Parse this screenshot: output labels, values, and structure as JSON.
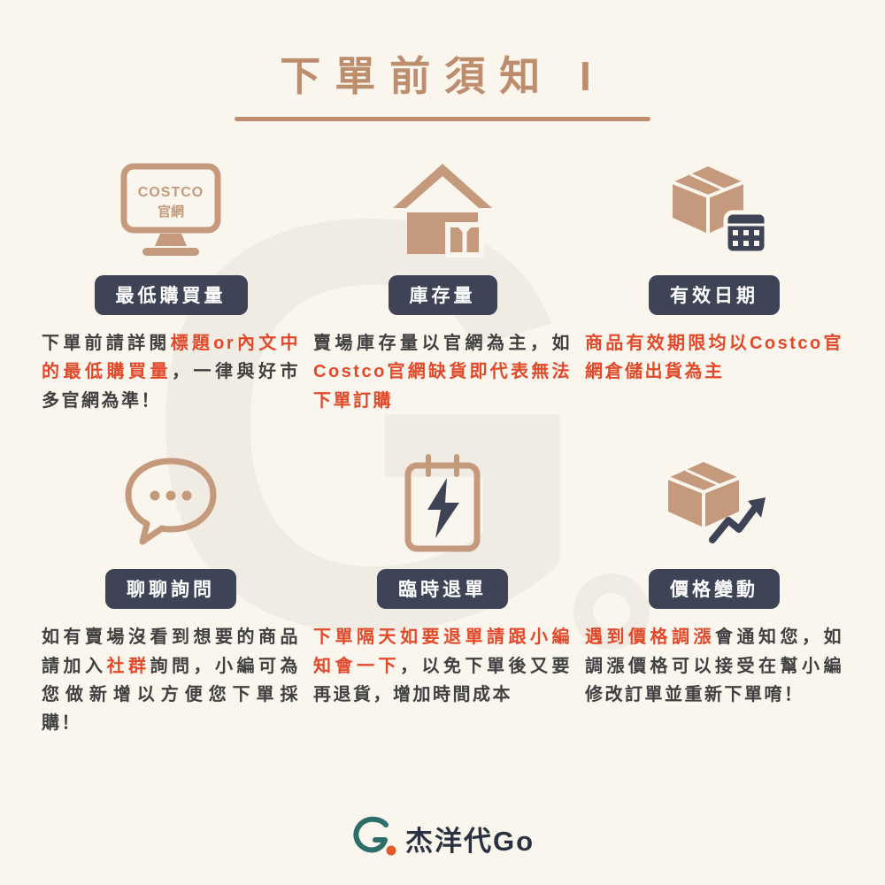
{
  "colors": {
    "background": "#faf6ee",
    "tan": "#c59a7c",
    "navy": "#3e4456",
    "red": "#e2492a",
    "text": "#404040",
    "logo_teal": "#2e6e6a",
    "logo_orange": "#e25a2c"
  },
  "header": {
    "title": "下單前須知 I"
  },
  "watermark": "G",
  "sections": [
    {
      "label": "最低購買量",
      "icon": "costco-monitor-icon",
      "icon_text_line1": "COSTCO",
      "icon_text_line2": "官網",
      "text": [
        {
          "text": "下單前請詳閱",
          "em": false
        },
        {
          "text": "標題or內文中的最低購買量",
          "em": true
        },
        {
          "text": "，一律與好市多官網為準！",
          "em": false
        }
      ]
    },
    {
      "label": "庫存量",
      "icon": "house-box-icon",
      "text": [
        {
          "text": "賣場庫存量以官網為主，如",
          "em": false
        },
        {
          "text": "Costco官網缺貨即代表無法下單訂購",
          "em": true
        }
      ]
    },
    {
      "label": "有效日期",
      "icon": "box-calendar-icon",
      "text": [
        {
          "text": "商品有效期限均以Costco官網倉儲出貨為主",
          "em": true
        }
      ]
    },
    {
      "label": "聊聊詢問",
      "icon": "chat-bubble-icon",
      "text": [
        {
          "text": "如有賣場沒看到想要的商品請加入",
          "em": false
        },
        {
          "text": "社群",
          "em": true
        },
        {
          "text": "詢問，小編可為您做新增以方便您下單採購！",
          "em": false
        }
      ]
    },
    {
      "label": "臨時退單",
      "icon": "clipboard-lightning-icon",
      "text": [
        {
          "text": "下單隔天如要退單請跟小編知會一下",
          "em": true
        },
        {
          "text": "，以免下單後又要再退貨，增加時間成本",
          "em": false
        }
      ]
    },
    {
      "label": "價格變動",
      "icon": "box-trend-arrow-icon",
      "text": [
        {
          "text": "遇到價格調漲",
          "em": true
        },
        {
          "text": "會通知您，如調漲價格可以接受在幫小編修改訂單並重新下單唷！",
          "em": false
        }
      ]
    }
  ],
  "footer": {
    "brand": "杰洋代Go"
  }
}
